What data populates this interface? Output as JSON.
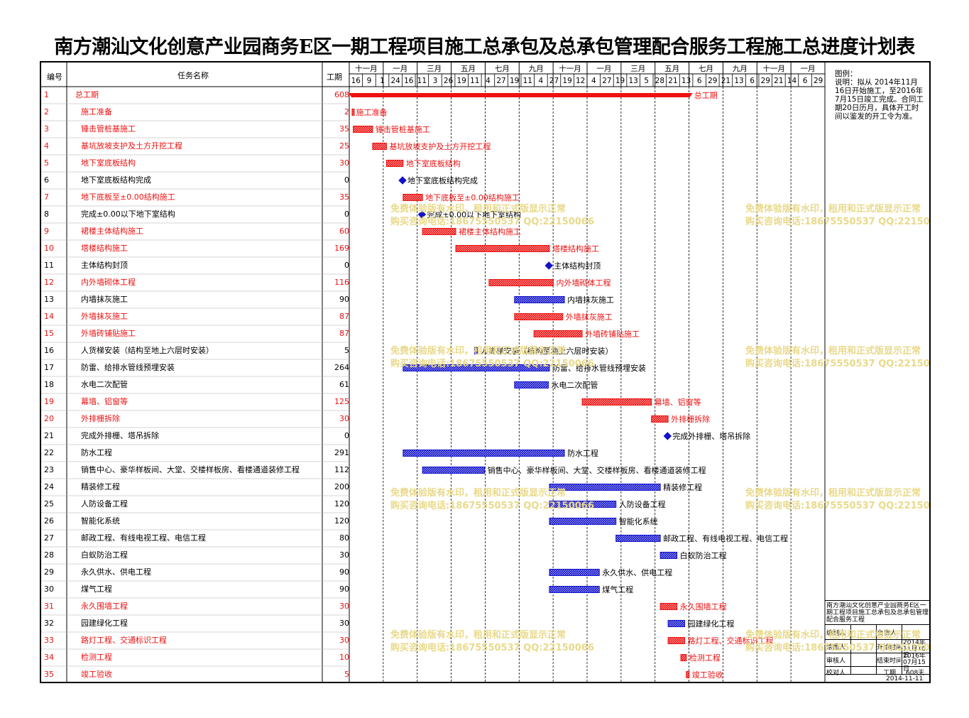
{
  "title": "南方潮汕文化创意产业园商务E区一期工程项目施工总承包及总承包管理配合服务工程施工总进度计划表",
  "header": {
    "id": "编号",
    "name": "任务名称",
    "duration": "工期"
  },
  "legend": {
    "label": "图例：",
    "text": "说明：拟从 2014年11月16日开始施工，至2016年7月15日竣工完成。合同工期20日历月，具体开工时间以鉴发的开工令为准。"
  },
  "timeline": {
    "months": [
      "十一月",
      "一月",
      "三月",
      "五月",
      "七月",
      "九月",
      "十一月",
      "一月",
      "三月",
      "五月",
      "七月",
      "九月",
      "十一月",
      "一月"
    ],
    "days": [
      "16",
      "9",
      "1",
      "24",
      "16",
      "11",
      "3",
      "26",
      "19",
      "11",
      "4",
      "27",
      "19",
      "11",
      "4",
      "27",
      "19",
      "12",
      "4",
      "27",
      "19",
      "13",
      "5",
      "28",
      "21",
      "13",
      "6",
      "29",
      "21",
      "13",
      "6",
      "29",
      "21",
      "14",
      "6",
      "29"
    ]
  },
  "colors": {
    "critical": "#ee1111",
    "normal": "#1111cc",
    "text_normal": "#000000",
    "watermark": "#e9d98a"
  },
  "watermark": {
    "line1": "免费体验版有水印，租用和正式版显示正常",
    "line2": "购买咨询电话:18675550537 QQ:22150066"
  },
  "info_block": {
    "title": "南方潮汕文化创意产业园商务E区一期工程项目施工总承包及总承包管理配合服务工程",
    "rows": [
      {
        "label": "编制人",
        "key": "",
        "value": "负责人"
      },
      {
        "label": "绘图人",
        "key": "开始时间",
        "value": "2014年11月16日"
      },
      {
        "label": "审核人",
        "key": "结束时间",
        "value": "2016年07月15日"
      },
      {
        "label": "校对人",
        "key": "工期",
        "value": "608天"
      }
    ],
    "date": "2014-11-11"
  },
  "chart_data": {
    "type": "gantt",
    "start_date": "2014-11-16",
    "tasks": [
      {
        "id": "1",
        "name": "总工期",
        "duration": "608",
        "start": "2014-11-16",
        "end": "2016-07-15",
        "critical": true,
        "summary": true
      },
      {
        "id": "2",
        "name": "施工准备",
        "duration": "2",
        "start": "2014-11-16",
        "end": "2014-11-17",
        "critical": true
      },
      {
        "id": "3",
        "name": "锤击管桩基施工",
        "duration": "35",
        "start": "2014-11-18",
        "end": "2014-12-22",
        "critical": true
      },
      {
        "id": "4",
        "name": "基坑放坡支护及土方开挖工程",
        "duration": "25",
        "start": "2014-12-23",
        "end": "2015-01-16",
        "critical": true
      },
      {
        "id": "5",
        "name": "地下室底板结构",
        "duration": "30",
        "start": "2015-01-17",
        "end": "2015-02-15",
        "critical": true
      },
      {
        "id": "6",
        "name": "地下室底板结构完成",
        "duration": "0",
        "start": "2015-02-15",
        "end": "2015-02-15",
        "critical": false,
        "milestone": true
      },
      {
        "id": "7",
        "name": "地下底板至±0.00结构施工",
        "duration": "35",
        "start": "2015-02-16",
        "end": "2015-03-22",
        "critical": true
      },
      {
        "id": "8",
        "name": "完成±0.00以下地下室结构",
        "duration": "0",
        "start": "2015-03-22",
        "end": "2015-03-22",
        "critical": false,
        "milestone": true
      },
      {
        "id": "9",
        "name": "裙楼主体结构施工",
        "duration": "60",
        "start": "2015-03-23",
        "end": "2015-05-21",
        "critical": true
      },
      {
        "id": "10",
        "name": "塔楼结构施工",
        "duration": "169",
        "start": "2015-05-22",
        "end": "2015-11-06",
        "critical": true
      },
      {
        "id": "11",
        "name": "主体结构封顶",
        "duration": "0",
        "start": "2015-11-06",
        "end": "2015-11-06",
        "critical": false,
        "milestone": true
      },
      {
        "id": "12",
        "name": "内外墙砌体工程",
        "duration": "116",
        "start": "2015-07-21",
        "end": "2015-11-13",
        "critical": true
      },
      {
        "id": "13",
        "name": "内墙抹灰施工",
        "duration": "90",
        "start": "2015-09-05",
        "end": "2015-12-03",
        "critical": false
      },
      {
        "id": "14",
        "name": "外墙抹灰施工",
        "duration": "87",
        "start": "2015-09-05",
        "end": "2015-11-30",
        "critical": true
      },
      {
        "id": "15",
        "name": "外墙砖铺贴施工",
        "duration": "87",
        "start": "2015-10-10",
        "end": "2016-01-04",
        "critical": true
      },
      {
        "id": "16",
        "name": "人货梯安装（结构至地上六层时安装）",
        "duration": "5",
        "start": "2015-06-25",
        "end": "2015-06-29",
        "critical": false
      },
      {
        "id": "17",
        "name": "防雷、给排水管线预埋安装",
        "duration": "264",
        "start": "2015-02-16",
        "end": "2015-11-06",
        "critical": false
      },
      {
        "id": "18",
        "name": "水电二次配管",
        "duration": "61",
        "start": "2015-09-05",
        "end": "2015-11-04",
        "critical": false
      },
      {
        "id": "19",
        "name": "幕墙、铝窗等",
        "duration": "125",
        "start": "2016-01-05",
        "end": "2016-05-08",
        "critical": true
      },
      {
        "id": "20",
        "name": "外排栅拆除",
        "duration": "30",
        "start": "2016-05-09",
        "end": "2016-06-07",
        "critical": true
      },
      {
        "id": "21",
        "name": "完成外排栅、塔吊拆除",
        "duration": "0",
        "start": "2016-06-07",
        "end": "2016-06-07",
        "critical": false,
        "milestone": true
      },
      {
        "id": "22",
        "name": "防水工程",
        "duration": "291",
        "start": "2015-02-16",
        "end": "2015-12-03",
        "critical": false
      },
      {
        "id": "23",
        "name": "销售中心、豪华样板间、大堂、交楼样板房、看楼通道装修工程",
        "duration": "112",
        "start": "2015-03-23",
        "end": "2015-07-12",
        "critical": false
      },
      {
        "id": "24",
        "name": "精装修工程",
        "duration": "200",
        "start": "2015-11-07",
        "end": "2016-05-24",
        "critical": false
      },
      {
        "id": "25",
        "name": "人防设备工程",
        "duration": "120",
        "start": "2015-11-07",
        "end": "2016-03-05",
        "critical": false
      },
      {
        "id": "26",
        "name": "智能化系统",
        "duration": "120",
        "start": "2015-11-07",
        "end": "2016-03-05",
        "critical": false
      },
      {
        "id": "27",
        "name": "邮政工程、有线电视工程、电信工程",
        "duration": "80",
        "start": "2016-03-06",
        "end": "2016-05-24",
        "critical": false
      },
      {
        "id": "28",
        "name": "白蚁防治工程",
        "duration": "30",
        "start": "2016-05-25",
        "end": "2016-06-23",
        "critical": false
      },
      {
        "id": "29",
        "name": "永久供水、供电工程",
        "duration": "90",
        "start": "2015-11-07",
        "end": "2016-02-04",
        "critical": false
      },
      {
        "id": "30",
        "name": "煤气工程",
        "duration": "90",
        "start": "2015-11-07",
        "end": "2016-02-04",
        "critical": false
      },
      {
        "id": "31",
        "name": "永久围墙工程",
        "duration": "30",
        "start": "2016-05-25",
        "end": "2016-06-23",
        "critical": true
      },
      {
        "id": "32",
        "name": "园建绿化工程",
        "duration": "30",
        "start": "2016-06-08",
        "end": "2016-07-07",
        "critical": false
      },
      {
        "id": "33",
        "name": "路灯工程、交通标识工程",
        "duration": "30",
        "start": "2016-06-08",
        "end": "2016-07-07",
        "critical": true
      },
      {
        "id": "34",
        "name": "检测工程",
        "duration": "10",
        "start": "2016-07-01",
        "end": "2016-07-10",
        "critical": true
      },
      {
        "id": "35",
        "name": "竣工验收",
        "duration": "5",
        "start": "2016-07-11",
        "end": "2016-07-15",
        "critical": true
      }
    ]
  }
}
